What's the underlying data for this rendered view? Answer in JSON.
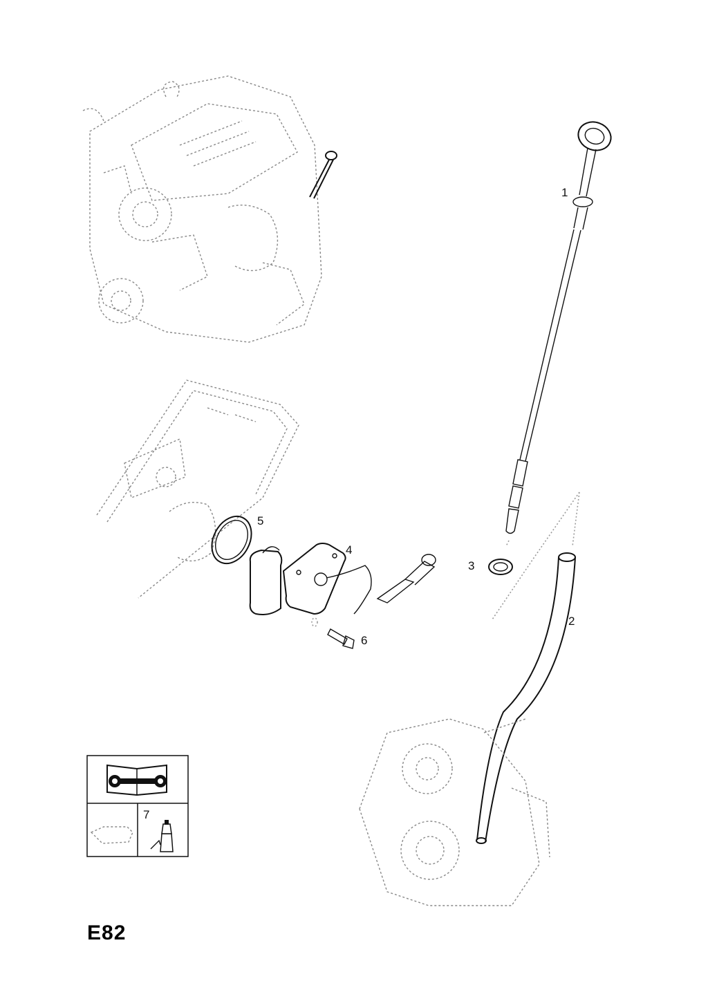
{
  "page_code": "E82",
  "callouts": [
    "1",
    "2",
    "3",
    "4",
    "5",
    "6",
    "7"
  ],
  "legend": {
    "top_icon": "service-manual-wrench-book-icon",
    "bottom_left_icon": "oil-pan-icon",
    "bottom_right_icon": "sealant-bottle-icon",
    "bottom_right_number": "7"
  }
}
